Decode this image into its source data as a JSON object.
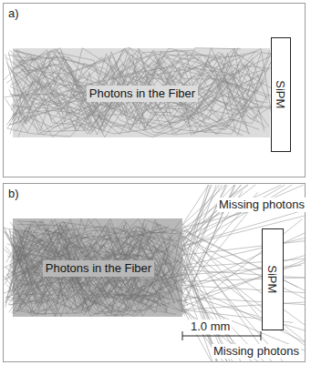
{
  "diagram": {
    "nodes": [
      {
        "text": [
          "a)"
        ]
      },
      {
        "text": [
          "Photons in the Fiber"
        ],
        "in": 0
      },
      {
        "text": [
          "SiPM"
        ],
        "in": 0
      },
      {
        "text": [
          "b)"
        ]
      },
      {
        "text": [
          "Photons in the Fiber"
        ],
        "in": 3
      },
      {
        "text": [
          "SiPM"
        ],
        "in": 3
      }
    ],
    "labels": [
      "Missing photons",
      "Missing photons",
      "1.0 mm"
    ]
  }
}
